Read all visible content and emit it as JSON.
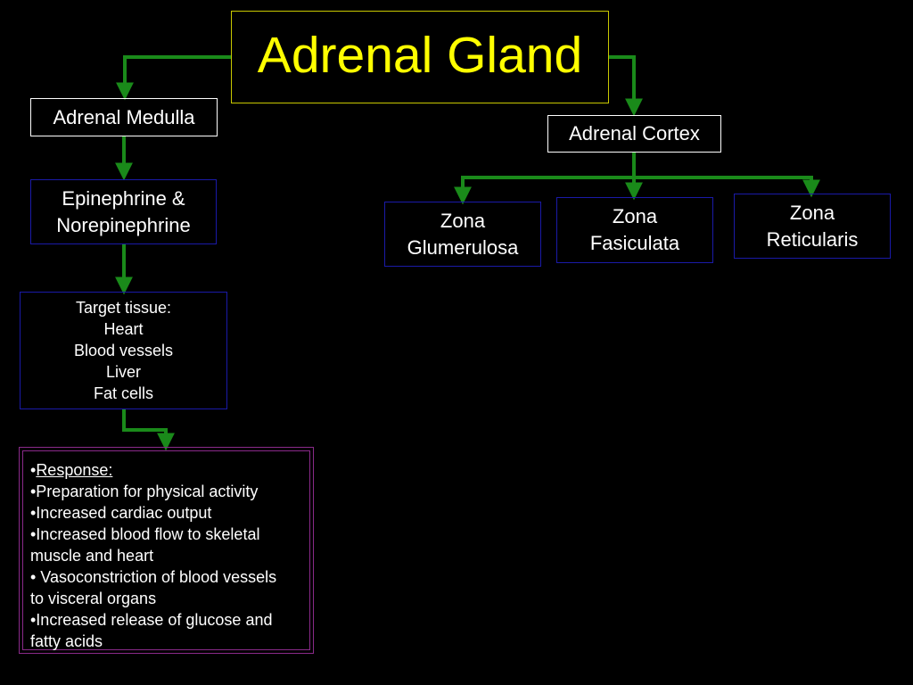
{
  "title": "Adrenal Gland",
  "medulla": {
    "label": "Adrenal Medulla",
    "hormones": [
      "Epinephrine &",
      "Norepinephrine"
    ],
    "target": {
      "heading": "Target tissue:",
      "items": [
        "Heart",
        "Blood vessels",
        "Liver",
        "Fat cells"
      ]
    },
    "response": {
      "heading": "Response:",
      "lines": [
        "•Preparation for physical activity",
        "•Increased cardiac output",
        "•Increased blood flow to skeletal",
        "muscle and heart",
        "• Vasoconstriction of blood vessels",
        "to visceral organs",
        "•Increased release of glucose and",
        "fatty acids"
      ]
    }
  },
  "cortex": {
    "label": "Adrenal Cortex",
    "zones": [
      {
        "line1": "Zona",
        "line2": "Glumerulosa"
      },
      {
        "line1": "Zona",
        "line2": "Fasiculata"
      },
      {
        "line1": "Zona",
        "line2": "Reticularis"
      }
    ]
  },
  "colors": {
    "background": "#000000",
    "title_text": "#ffff00",
    "connector": "#1a8a1a",
    "box_border_blue": "#1a1aa8",
    "box_border_purple": "#8a2a8a"
  }
}
